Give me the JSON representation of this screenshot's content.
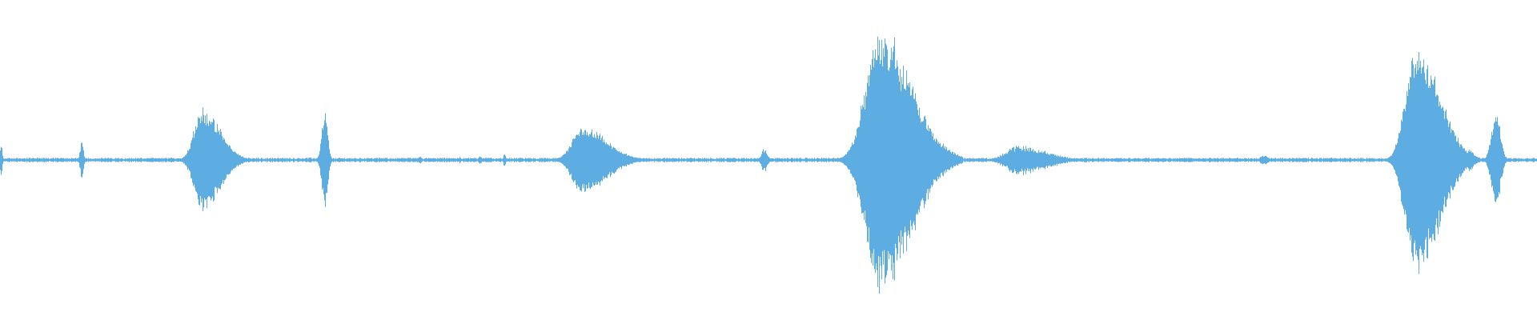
{
  "colors": {
    "background": "#ffffff",
    "waveform": "#5dade2"
  },
  "chart_data": {
    "type": "area",
    "title": "",
    "xlabel": "",
    "ylabel": "",
    "grid": false,
    "legend": "none",
    "x_range": [
      0,
      1
    ],
    "y_range": [
      -1,
      1
    ],
    "baseline_amplitude": 0.012,
    "series": [
      {
        "values_description_unused": null,
        "bursts": [
          {
            "center": 0.0005,
            "width": 0.004,
            "amplitude": 0.12,
            "shape": "spike"
          },
          {
            "center": 0.053,
            "width": 0.006,
            "amplitude": 0.13,
            "shape": "spike"
          },
          {
            "center": 0.131,
            "width": 0.039,
            "amplitude": 0.38,
            "shape": "swell"
          },
          {
            "center": 0.211,
            "width": 0.01,
            "amplitude": 0.36,
            "shape": "spike"
          },
          {
            "center": 0.273,
            "width": 0.005,
            "amplitude": 0.03,
            "shape": "spike"
          },
          {
            "center": 0.299,
            "width": 0.004,
            "amplitude": 0.025,
            "shape": "spike"
          },
          {
            "center": 0.312,
            "width": 0.005,
            "amplitude": 0.04,
            "shape": "spike"
          },
          {
            "center": 0.328,
            "width": 0.003,
            "amplitude": 0.06,
            "shape": "spike"
          },
          {
            "center": 0.379,
            "width": 0.052,
            "amplitude": 0.24,
            "shape": "swell"
          },
          {
            "center": 0.497,
            "width": 0.01,
            "amplitude": 0.09,
            "shape": "spike"
          },
          {
            "center": 0.572,
            "width": 0.068,
            "amplitude": 0.97,
            "shape": "swell"
          },
          {
            "center": 0.662,
            "width": 0.06,
            "amplitude": 0.11,
            "shape": "swell"
          },
          {
            "center": 0.822,
            "width": 0.012,
            "amplitude": 0.04,
            "shape": "spike"
          },
          {
            "center": 0.921,
            "width": 0.05,
            "amplitude": 0.86,
            "shape": "swell"
          },
          {
            "center": 0.955,
            "width": 0.014,
            "amplitude": 0.09,
            "shape": "swell"
          },
          {
            "center": 0.973,
            "width": 0.015,
            "amplitude": 0.36,
            "shape": "spike"
          }
        ]
      }
    ]
  }
}
